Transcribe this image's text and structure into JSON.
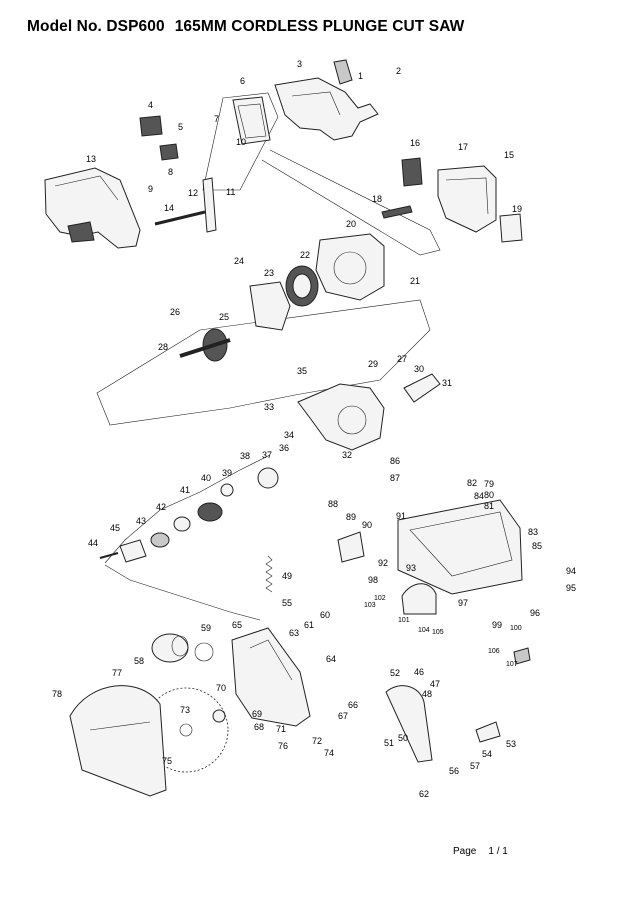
{
  "header": {
    "model": "Model No. DSP600",
    "description": "165MM CORDLESS PLUNGE CUT SAW"
  },
  "footer": {
    "page_label": "Page",
    "page_number": "1 / 1"
  },
  "callouts": [
    "1",
    "2",
    "3",
    "4",
    "5",
    "6",
    "7",
    "8",
    "9",
    "10",
    "11",
    "12",
    "13",
    "14",
    "15",
    "16",
    "17",
    "18",
    "19",
    "20",
    "21",
    "22",
    "23",
    "24",
    "25",
    "26",
    "27",
    "28",
    "29",
    "30",
    "31",
    "32",
    "33",
    "34",
    "35",
    "36",
    "37",
    "38",
    "39",
    "40",
    "41",
    "42",
    "43",
    "44",
    "45",
    "49",
    "50",
    "51",
    "52",
    "53",
    "54",
    "55",
    "56",
    "57",
    "58",
    "59",
    "60",
    "61",
    "62",
    "63",
    "64",
    "65",
    "66",
    "67",
    "68",
    "69",
    "70",
    "71",
    "72",
    "73",
    "74",
    "75",
    "76",
    "77",
    "78",
    "79",
    "80",
    "81",
    "82",
    "83",
    "84",
    "85",
    "86",
    "87",
    "88",
    "89",
    "90",
    "91",
    "92",
    "93",
    "94",
    "95",
    "96",
    "97",
    "98",
    "99",
    "100",
    "101",
    "102",
    "103",
    "104",
    "105",
    "106",
    "107"
  ],
  "callouts_alt": [
    "46",
    "47",
    "48"
  ]
}
